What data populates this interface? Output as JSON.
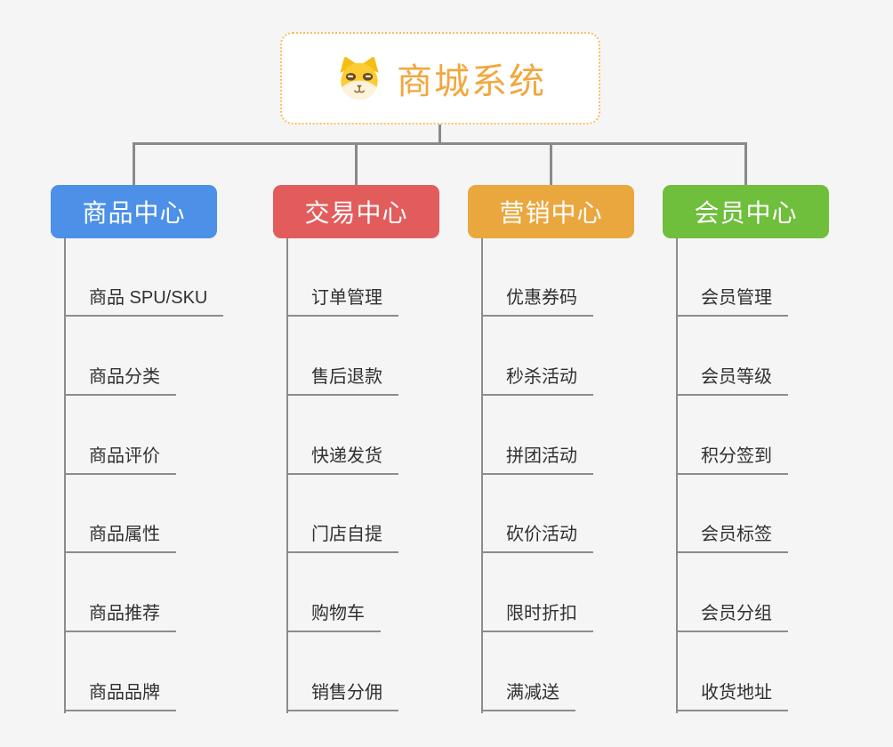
{
  "root": {
    "title": "商城系统",
    "icon": "dog-face-icon"
  },
  "branches": [
    {
      "label": "商品中心",
      "color": "#4C90E8",
      "items": [
        "商品 SPU/SKU",
        "商品分类",
        "商品评价",
        "商品属性",
        "商品推荐",
        "商品品牌"
      ]
    },
    {
      "label": "交易中心",
      "color": "#E25C5C",
      "items": [
        "订单管理",
        "售后退款",
        "快递发货",
        "门店自提",
        "购物车",
        "销售分佣"
      ]
    },
    {
      "label": "营销中心",
      "color": "#EAA73E",
      "items": [
        "优惠券码",
        "秒杀活动",
        "拼团活动",
        "砍价活动",
        "限时折扣",
        "满减送"
      ]
    },
    {
      "label": "会员中心",
      "color": "#6FBE3C",
      "items": [
        "会员管理",
        "会员等级",
        "积分签到",
        "会员标签",
        "会员分组",
        "收货地址"
      ]
    }
  ],
  "colors": {
    "background": "#F5F5F5",
    "connector": "#8A8A8A",
    "root_text": "#F2A73D",
    "root_border": "#F6BE62",
    "leaf_text": "#303030",
    "leaf_underline": "#8C8C8C"
  }
}
